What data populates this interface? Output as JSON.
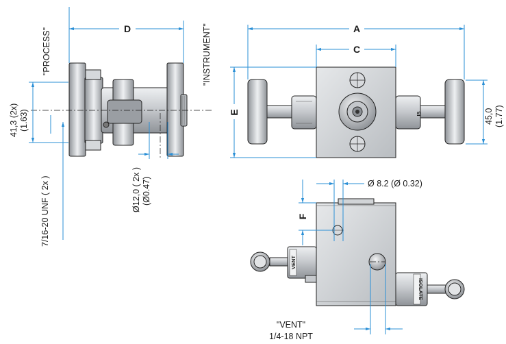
{
  "labels": {
    "process": "\"PROCESS\"",
    "instrument": "\"INSTRUMENT\"",
    "dim_a": "A",
    "dim_c": "C",
    "dim_d": "D",
    "dim_e": "E",
    "dim_f": "F",
    "dim_41_mm": "41,3 (2x)",
    "dim_41_in": "(1.63)",
    "dim_45_mm": "45,0",
    "dim_45_in": "(1.77)",
    "thread": "7/16-20 UNF ( 2x )",
    "bore_mm": "Ø12,0 ( 2x )",
    "bore_in": "(Ø0.47)",
    "hole": "Ø 8.2 (Ø 0.32)",
    "vent_label": "\"VENT\"",
    "vent_npt": "1/4-18 NPT",
    "vent_handle": "VENT",
    "isolate_handle": "ISOLATE",
    "handle_tag": "IS"
  },
  "colors": {
    "dimension_line": "#2a8fd6",
    "body_metal": "#c9ccd0",
    "outline": "#222222"
  }
}
